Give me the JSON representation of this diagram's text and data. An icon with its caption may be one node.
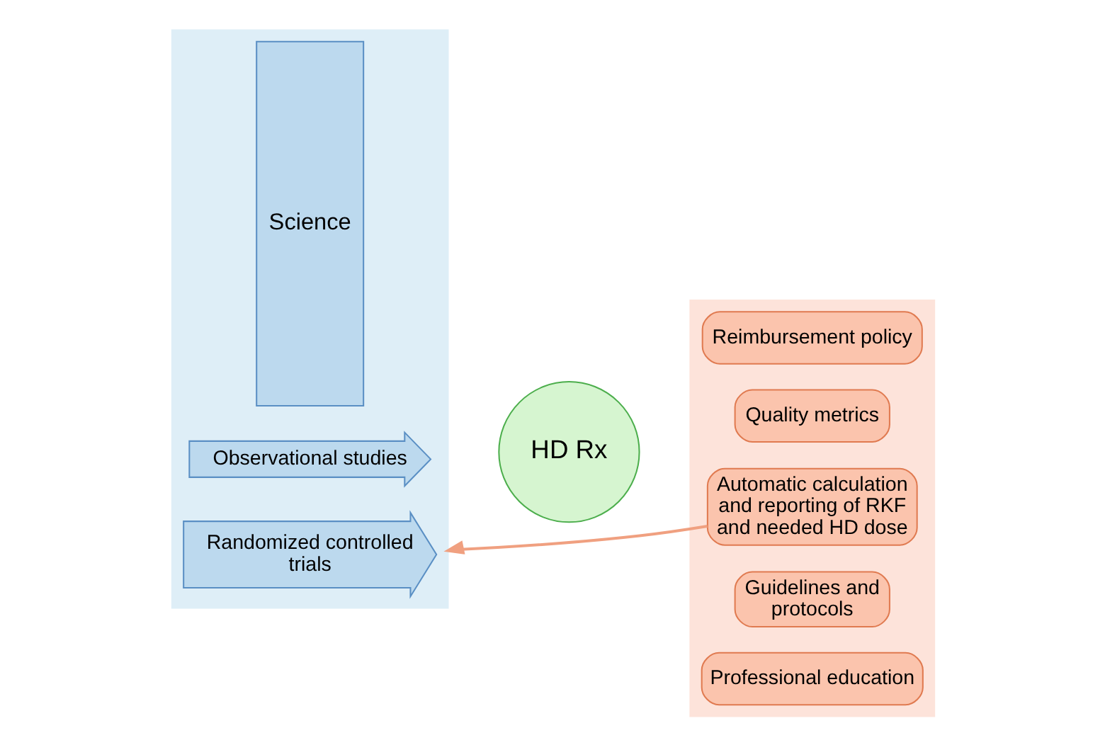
{
  "diagram": {
    "nodes": [
      {
        "text": [],
        "shape": "box"
      },
      {
        "text": [
          "Science"
        ],
        "in": 0
      },
      {
        "text": [
          "Observational studies"
        ],
        "in": 0
      },
      {
        "text": [
          "Randomized controlled trials"
        ],
        "in": 0
      },
      {
        "text": [
          "HD Rx"
        ]
      },
      {
        "text": [],
        "shape": "box"
      },
      {
        "text": [
          "Professional education"
        ],
        "in": 5
      },
      {
        "text": [
          "Guidelines and protocols"
        ],
        "in": 5
      },
      {
        "text": [
          "Automatic calculation and reporting of RKF and needed HD dose"
        ],
        "in": 5
      },
      {
        "text": [
          "Quality metrics"
        ],
        "in": 5
      },
      {
        "text": [
          "Reimbursement policy"
        ],
        "in": 5
      }
    ],
    "edges": [
      {
        "from": 8,
        "to": 0,
        "arrow": "to"
      }
    ]
  }
}
